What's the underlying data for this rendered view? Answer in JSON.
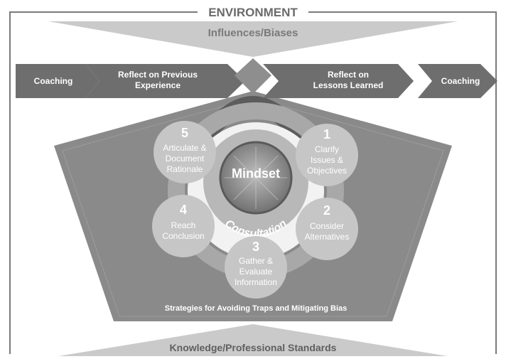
{
  "title": "ENVIRONMENT",
  "top_banner": "Influences/Biases",
  "bottom_banner": "Knowledge/Professional Standards",
  "arrows": {
    "left_coaching": "Coaching",
    "reflect_previous": [
      "Reflect on Previous",
      "Experience"
    ],
    "reflect_lessons": [
      "Reflect on",
      "Lessons Learned"
    ],
    "right_coaching": "Coaching"
  },
  "center": {
    "label": "Mindset",
    "ring_label": "Consultation"
  },
  "steps": [
    {
      "number": "1",
      "lines": [
        "Clarify",
        "Issues &",
        "Objectives"
      ]
    },
    {
      "number": "2",
      "lines": [
        "Consider",
        "Alternatives"
      ]
    },
    {
      "number": "3",
      "lines": [
        "Gather &",
        "Evaluate",
        "Information"
      ]
    },
    {
      "number": "4",
      "lines": [
        "Reach",
        "Conclusion"
      ]
    },
    {
      "number": "5",
      "lines": [
        "Articulate &",
        "Document",
        "Rationale"
      ]
    }
  ],
  "pentagon_caption": "Strategies for Avoiding Traps and Mitigating Bias",
  "colors": {
    "frame": "#6f6f6f",
    "banner": "#c8c8c8",
    "arrow": "#707070",
    "pentagon": "#8a8a8a",
    "step_circle": "#c4c4c4",
    "step_text": "#ffffff",
    "mindset": "#8c8c8c"
  }
}
